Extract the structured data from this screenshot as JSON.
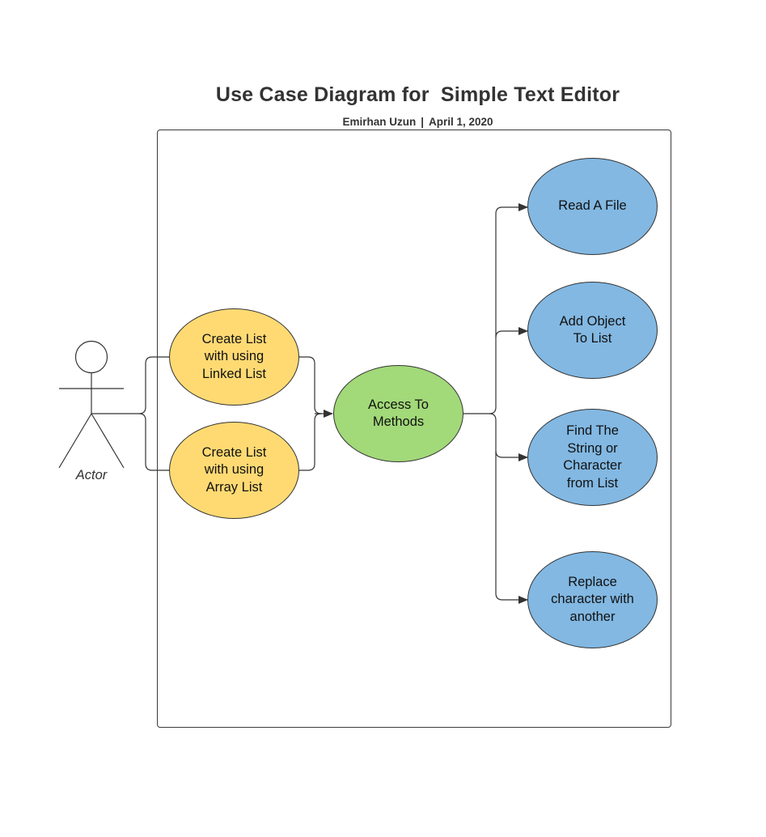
{
  "diagram": {
    "title": "Use Case Diagram for  Simple Text Editor",
    "subtitle": {
      "author": "Emirhan Uzun",
      "separator": "|",
      "date": "April 1, 2020"
    },
    "actor": {
      "label": "Actor"
    },
    "use_cases": {
      "linked_list": {
        "label": "Create List\nwith using\nLinked List",
        "color": "#FFDA73"
      },
      "array_list": {
        "label": "Create List\nwith using\nArray List",
        "color": "#FFDA73"
      },
      "access_methods": {
        "label": "Access To\nMethods",
        "color": "#A2D979"
      },
      "read_file": {
        "label": "Read A File",
        "color": "#82B8E2"
      },
      "add_object": {
        "label": "Add Object\nTo List",
        "color": "#82B8E2"
      },
      "find_string": {
        "label": "Find The\nString or\nCharacter\nfrom List",
        "color": "#82B8E2"
      },
      "replace_char": {
        "label": "Replace\ncharacter with\nanother",
        "color": "#82B8E2"
      }
    },
    "colors": {
      "line": "#333333",
      "title_text": "#333333"
    }
  }
}
